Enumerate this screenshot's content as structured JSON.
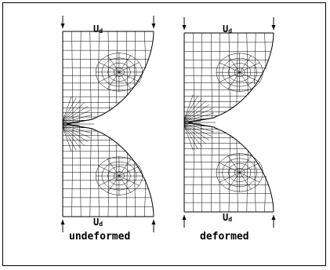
{
  "panels": [
    {
      "id": "undeformed",
      "caption": "undeformed",
      "load_label": "U",
      "load_sub": "d"
    },
    {
      "id": "deformed",
      "caption": "deformed",
      "load_label": "U",
      "load_sub": "d"
    }
  ],
  "colors": {
    "line": "#000000",
    "background": "#ffffff"
  }
}
